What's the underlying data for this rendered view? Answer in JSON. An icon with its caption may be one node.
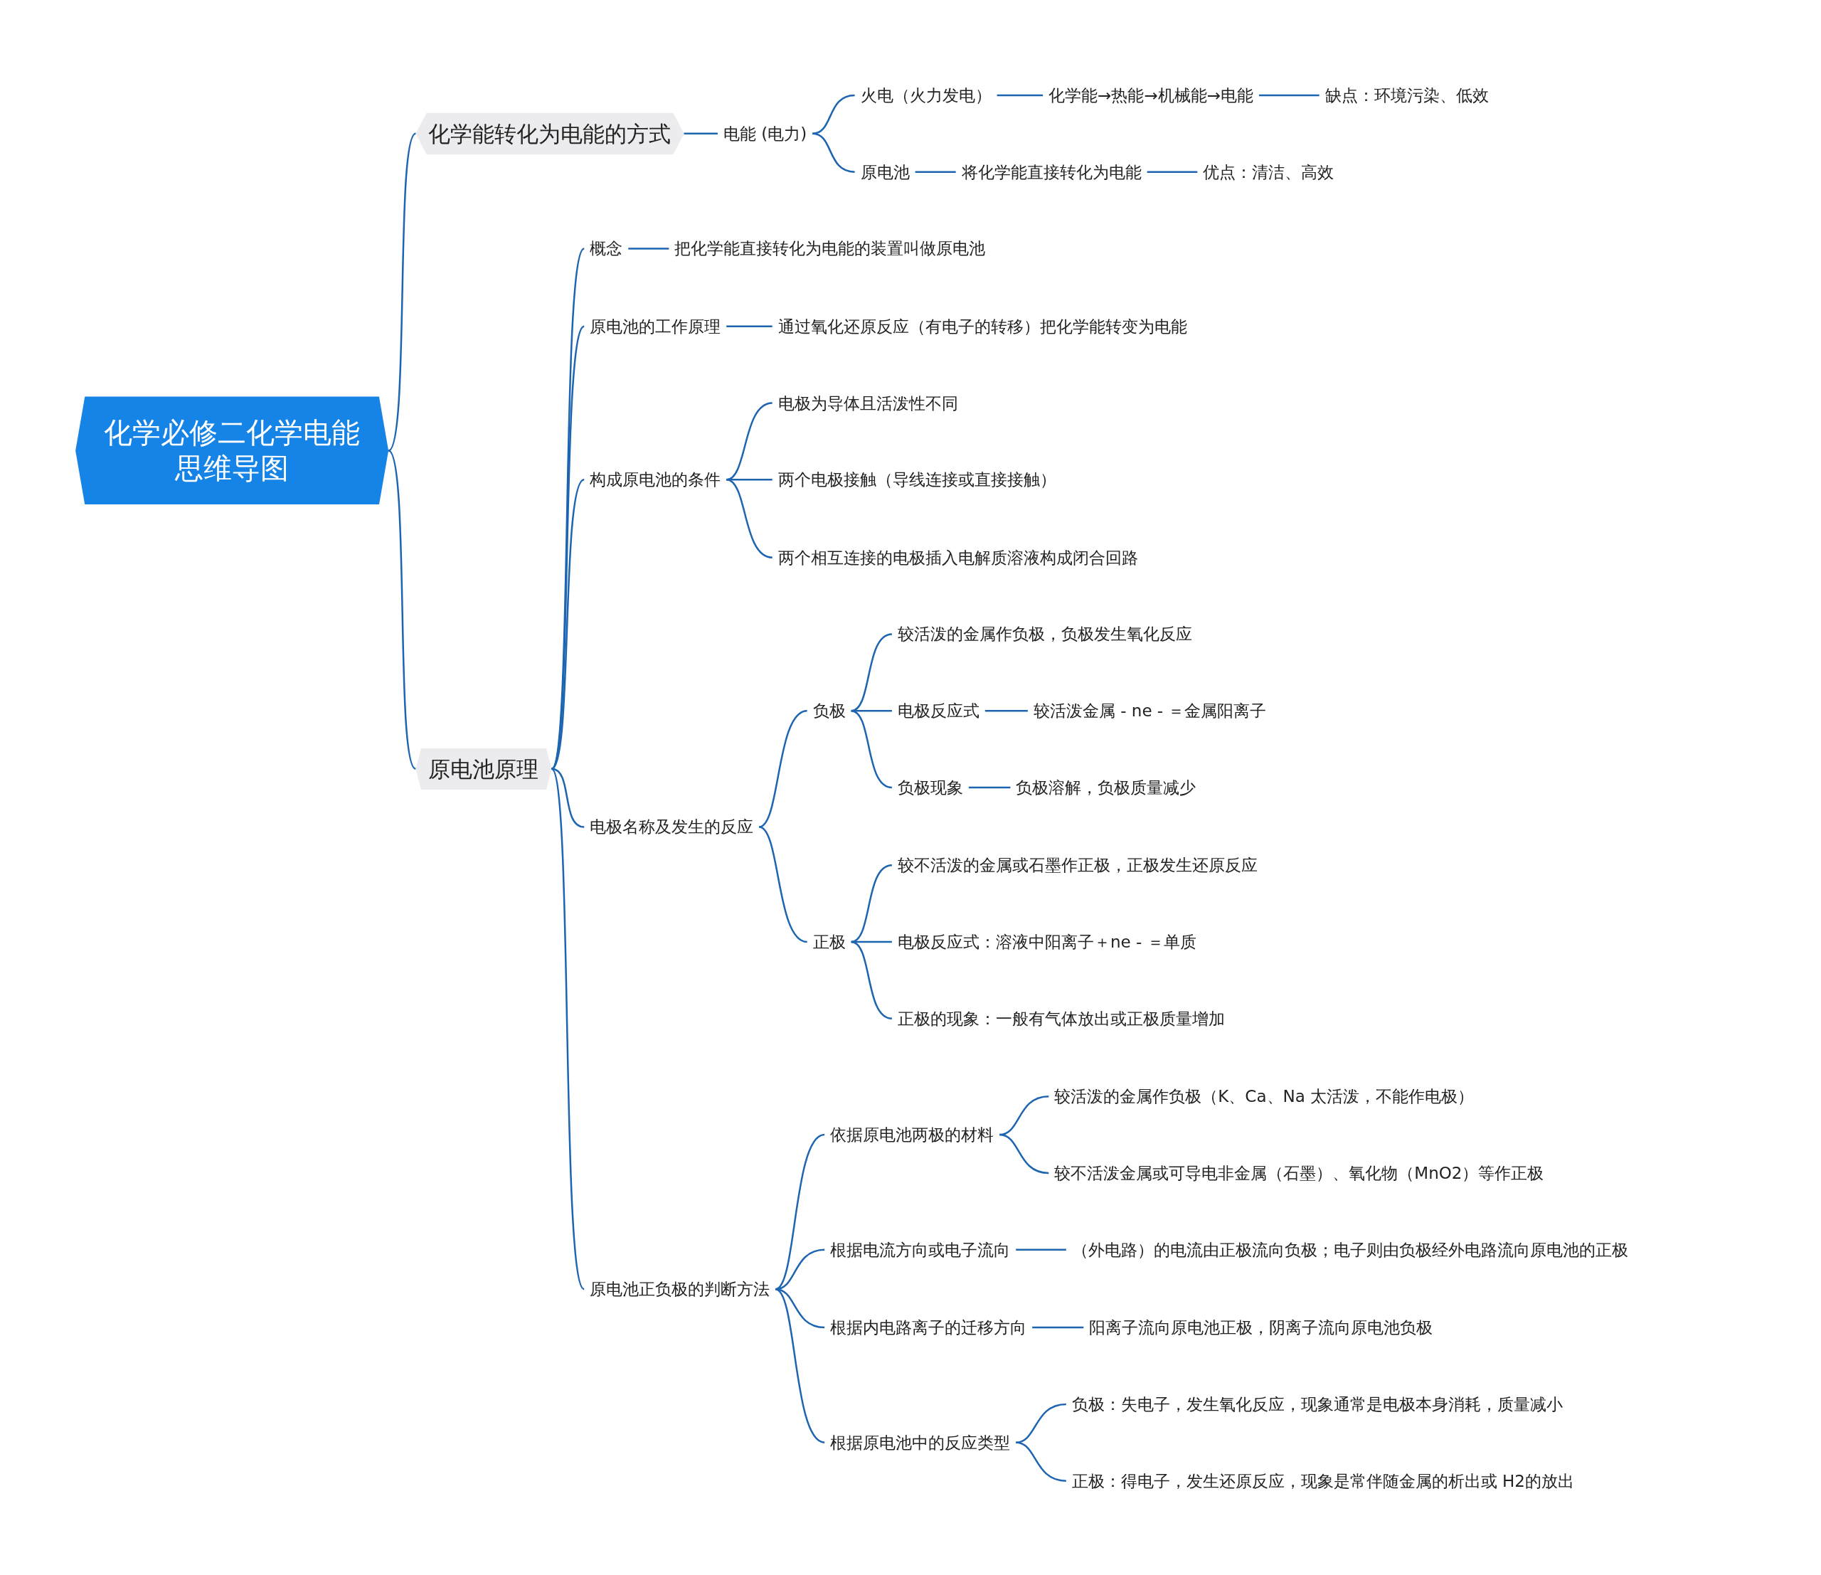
{
  "diagram": {
    "nodes": [
      {
        "text": [
          "化学必修二化学电能思维导图"
        ]
      },
      {
        "text": [
          "化学能转化为电能的方式"
        ]
      },
      {
        "text": [
          "电能 (电力)"
        ]
      },
      {
        "text": [
          "火电（火力发电）"
        ]
      },
      {
        "text": [
          "化学能→热能→机械能→电能"
        ]
      },
      {
        "text": [
          "缺点：环境污染、低效"
        ]
      },
      {
        "text": [
          "原电池"
        ]
      },
      {
        "text": [
          "将化学能直接转化为电能"
        ]
      },
      {
        "text": [
          "优点：清洁、高效"
        ]
      },
      {
        "text": [
          "原电池原理"
        ]
      },
      {
        "text": [
          "概念"
        ]
      },
      {
        "text": [
          "把化学能直接转化为电能的装置叫做原电池"
        ]
      },
      {
        "text": [
          "原电池的工作原理"
        ]
      },
      {
        "text": [
          "通过氧化还原反应（有电子的转移）把化学能转变为电能"
        ]
      },
      {
        "text": [
          "构成原电池的条件"
        ]
      },
      {
        "text": [
          "电极为导体且活泼性不同"
        ]
      },
      {
        "text": [
          "两个电极接触（导线连接或直接接触）"
        ]
      },
      {
        "text": [
          "两个相互连接的电极插入电解质溶液构成闭合回路"
        ]
      },
      {
        "text": [
          "电极名称及发生的反应"
        ]
      },
      {
        "text": [
          "负极"
        ]
      },
      {
        "text": [
          "较活泼的金属作负极，负极发生氧化反应"
        ]
      },
      {
        "text": [
          "电极反应式"
        ]
      },
      {
        "text": [
          "较活泼金属 - ne - ＝金属阳离子"
        ]
      },
      {
        "text": [
          "负极现象"
        ]
      },
      {
        "text": [
          "负极溶解，负极质量减少"
        ]
      },
      {
        "text": [
          "正极"
        ]
      },
      {
        "text": [
          "较不活泼的金属或石墨作正极，正极发生还原反应"
        ]
      },
      {
        "text": [
          "电极反应式：溶液中阳离子＋ne - ＝单质"
        ]
      },
      {
        "text": [
          "正极的现象：一般有气体放出或正极质量增加"
        ]
      },
      {
        "text": [
          "原电池正负极的判断方法"
        ]
      },
      {
        "text": [
          "依据原电池两极的材料"
        ]
      },
      {
        "text": [
          "较活泼的金属作负极（K、Ca、Na 太活泼，不能作电极）"
        ]
      },
      {
        "text": [
          "较不活泼金属或可导电非金属（石墨）、氧化物（MnO2）等作正极"
        ]
      },
      {
        "text": [
          "根据电流方向或电子流向"
        ]
      },
      {
        "text": [
          "（外电路）的电流由正极流向负极；电子则由负极经外电路流向原电池的正极"
        ]
      },
      {
        "text": [
          "根据内电路离子的迁移方向"
        ]
      },
      {
        "text": [
          "阳离子流向原电池正极，阴离子流向原电池负极"
        ]
      },
      {
        "text": [
          "根据原电池中的反应类型"
        ]
      },
      {
        "text": [
          "负极：失电子，发生氧化反应，现象通常是电极本身消耗，质量减小"
        ]
      },
      {
        "text": [
          "正极：得电子，发生还原反应，现象是常伴随金属的析出或 H2的放出"
        ]
      }
    ],
    "edges": [
      {
        "from": 0,
        "to": 1,
        "arrow": "none"
      },
      {
        "from": 0,
        "to": 9,
        "arrow": "none"
      },
      {
        "from": 1,
        "to": 2,
        "arrow": "none"
      },
      {
        "from": 2,
        "to": 3,
        "arrow": "none"
      },
      {
        "from": 3,
        "to": 4,
        "arrow": "none"
      },
      {
        "from": 4,
        "to": 5,
        "arrow": "none"
      },
      {
        "from": 2,
        "to": 6,
        "arrow": "none"
      },
      {
        "from": 6,
        "to": 7,
        "arrow": "none"
      },
      {
        "from": 7,
        "to": 8,
        "arrow": "none"
      },
      {
        "from": 9,
        "to": 10,
        "arrow": "none"
      },
      {
        "from": 10,
        "to": 11,
        "arrow": "none"
      },
      {
        "from": 9,
        "to": 12,
        "arrow": "none"
      },
      {
        "from": 12,
        "to": 13,
        "arrow": "none"
      },
      {
        "from": 9,
        "to": 14,
        "arrow": "none"
      },
      {
        "from": 14,
        "to": 15,
        "arrow": "none"
      },
      {
        "from": 14,
        "to": 16,
        "arrow": "none"
      },
      {
        "from": 14,
        "to": 17,
        "arrow": "none"
      },
      {
        "from": 9,
        "to": 18,
        "arrow": "none"
      },
      {
        "from": 18,
        "to": 19,
        "arrow": "none"
      },
      {
        "from": 19,
        "to": 20,
        "arrow": "none"
      },
      {
        "from": 19,
        "to": 21,
        "arrow": "none"
      },
      {
        "from": 21,
        "to": 22,
        "arrow": "none"
      },
      {
        "from": 19,
        "to": 23,
        "arrow": "none"
      },
      {
        "from": 23,
        "to": 24,
        "arrow": "none"
      },
      {
        "from": 18,
        "to": 25,
        "arrow": "none"
      },
      {
        "from": 25,
        "to": 26,
        "arrow": "none"
      },
      {
        "from": 25,
        "to": 27,
        "arrow": "none"
      },
      {
        "from": 25,
        "to": 28,
        "arrow": "none"
      },
      {
        "from": 9,
        "to": 29,
        "arrow": "none"
      },
      {
        "from": 29,
        "to": 30,
        "arrow": "none"
      },
      {
        "from": 30,
        "to": 31,
        "arrow": "none"
      },
      {
        "from": 30,
        "to": 32,
        "arrow": "none"
      },
      {
        "from": 29,
        "to": 33,
        "arrow": "none"
      },
      {
        "from": 33,
        "to": 34,
        "arrow": "none"
      },
      {
        "from": 29,
        "to": 35,
        "arrow": "none"
      },
      {
        "from": 35,
        "to": 36,
        "arrow": "none"
      },
      {
        "from": 29,
        "to": 37,
        "arrow": "none"
      },
      {
        "from": 37,
        "to": 38,
        "arrow": "none"
      },
      {
        "from": 37,
        "to": 39,
        "arrow": "none"
      }
    ]
  }
}
